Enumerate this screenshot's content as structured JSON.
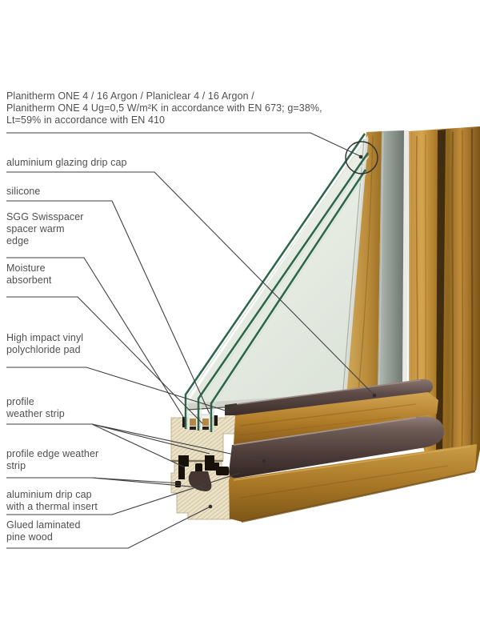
{
  "figure": {
    "type": "technical-diagram",
    "subject": "wooden window frame cross-section with triple glazing",
    "glazing_note": {
      "lines": [
        "Planitherm ONE 4 / 16 Argon / Planiclear 4 / 16 Argon /",
        "Planitherm ONE 4 Ug=0,5 W/m²K in accordance with EN 673; g=38%,",
        "Lt=59% in accordance with EN 410"
      ]
    },
    "labels": [
      {
        "id": "aluminium-glazing-drip-cap",
        "lines": [
          "aluminium glazing drip cap"
        ]
      },
      {
        "id": "silicone",
        "lines": [
          "silicone"
        ]
      },
      {
        "id": "sgg-swisspacer-warm-edge",
        "lines": [
          "SGG Swisspacer",
          "spacer warm",
          "edge"
        ]
      },
      {
        "id": "moisture-absorbent",
        "lines": [
          "Moisture",
          "absorbent"
        ]
      },
      {
        "id": "high-impact-vinyl-pad",
        "lines": [
          "High impact vinyl",
          "polychloride pad"
        ]
      },
      {
        "id": "profile-weather-strip",
        "lines": [
          "profile",
          "weather strip"
        ]
      },
      {
        "id": "profile-edge-weather-strip",
        "lines": [
          "profile edge weather",
          "strip"
        ]
      },
      {
        "id": "aluminium-drip-cap-thermal",
        "lines": [
          "aluminium drip cap",
          "with a thermal insert"
        ]
      },
      {
        "id": "glued-laminated-pine-wood",
        "lines": [
          "Glued laminated",
          "pine wood"
        ]
      }
    ]
  },
  "colors": {
    "background": "#ffffff",
    "label_text": "#4f4f4f",
    "leader_line": "#3f3f3f",
    "wood_gold": "#b5832f",
    "wood_pine": "#ece3c9",
    "weather_strip_brown": "#4e3d3a",
    "glass_tint": "#e7ece5",
    "glass_edge_green": "#2c654b",
    "aluminium_panel_grey": "#8f9992"
  }
}
